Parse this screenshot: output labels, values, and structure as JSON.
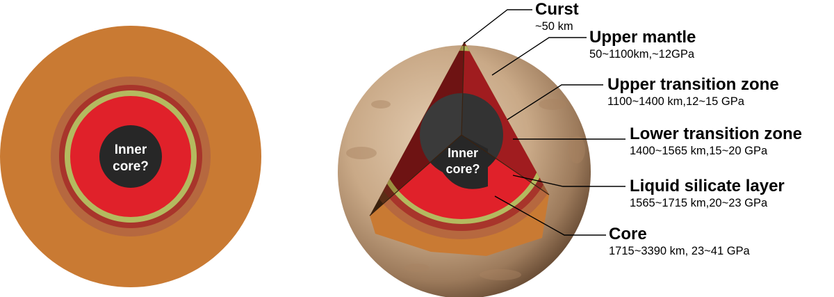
{
  "left_diagram": {
    "core_label": [
      "Inner",
      "core?"
    ]
  },
  "right_diagram": {
    "core_label": [
      "Inner",
      "core?"
    ]
  },
  "layers": [
    {
      "name": "Curst",
      "range": "~50 km"
    },
    {
      "name": "Upper mantle",
      "range": "50~1100km,~12GPa"
    },
    {
      "name": "Upper transition zone",
      "range": "1100~1400 km,12~15 GPa"
    },
    {
      "name": "Lower transition zone",
      "range": "1400~1565 km,15~20 GPa"
    },
    {
      "name": "Liquid silicate layer",
      "range": "1565~1715 km,20~23 GPa"
    },
    {
      "name": "Core",
      "range": "1715~3390 km, 23~41 GPa"
    }
  ],
  "colors": {
    "mantle": "#c97a33",
    "upper_transition": "#b6683f",
    "lower_transition": "#a8352b",
    "liquid_silicate": "#b4ba5f",
    "core": "#e0212a",
    "inner_core": "#272727",
    "planet_surface": "#c9a987"
  }
}
